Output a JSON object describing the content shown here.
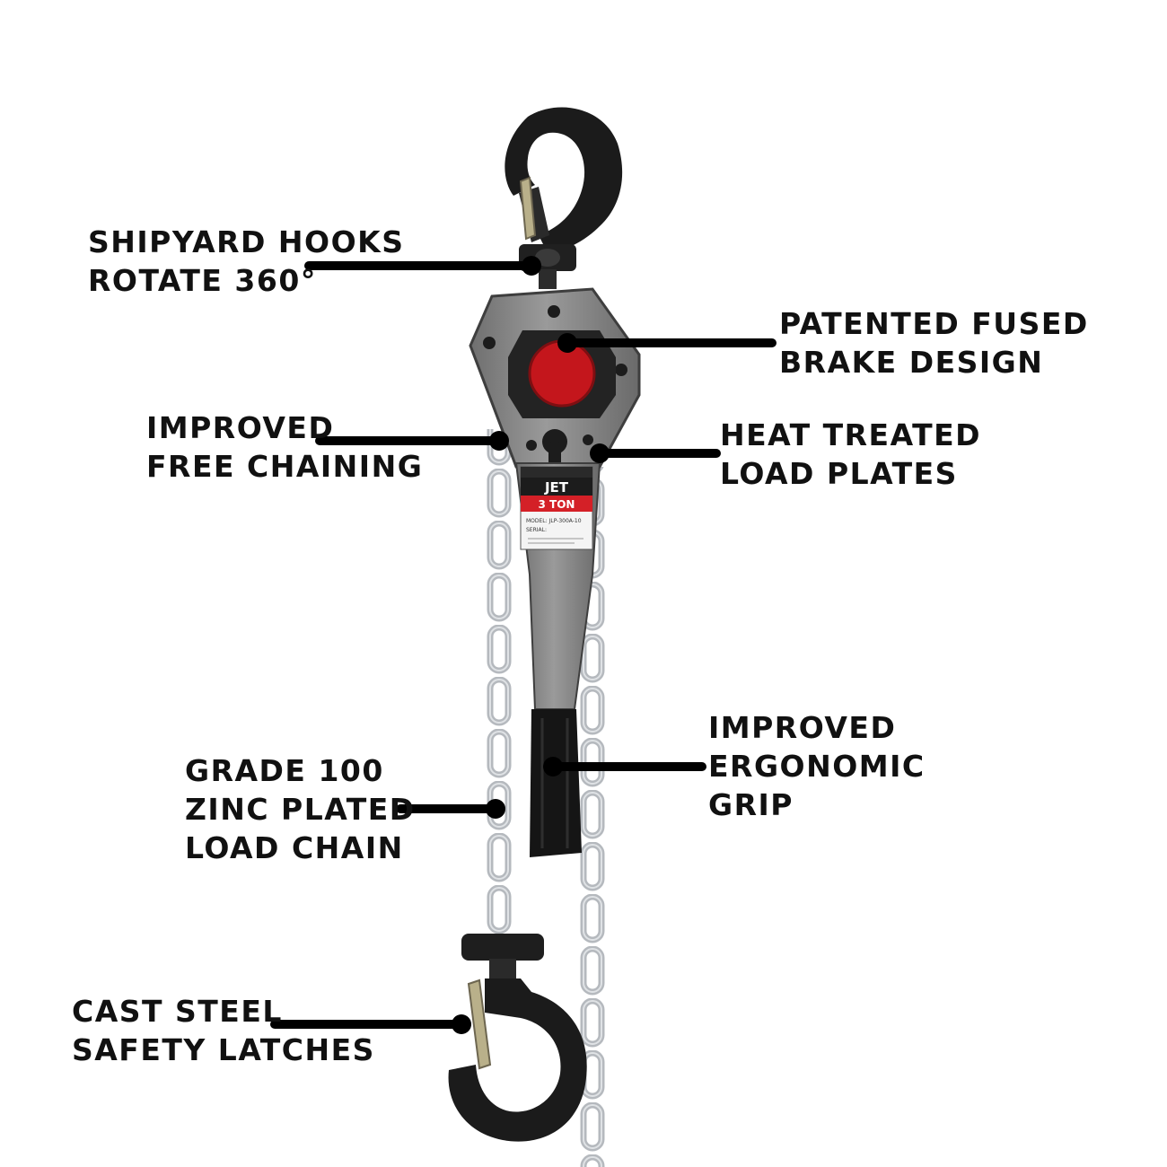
{
  "product": {
    "brand": "JET",
    "capacity": "3 TON",
    "model_line": "MODEL: JLP-300A-10",
    "serial_line": "SERIAL:",
    "colors": {
      "hook": "#1b1b1b",
      "body": "#8a8a8a",
      "brake_cap": "#c4161c",
      "chain": "#b5b9be",
      "grip": "#151515",
      "callout_line": "#000000"
    }
  },
  "callouts": [
    {
      "id": "shipyard-hooks",
      "lines": [
        "SHIPYARD HOOKS",
        "ROTATE 360°"
      ]
    },
    {
      "id": "fused-brake",
      "lines": [
        "PATENTED FUSED",
        "BRAKE DESIGN"
      ]
    },
    {
      "id": "free-chaining",
      "lines": [
        "IMPROVED",
        "FREE CHAINING"
      ]
    },
    {
      "id": "load-plates",
      "lines": [
        "HEAT TREATED",
        "LOAD PLATES"
      ]
    },
    {
      "id": "ergonomic-grip",
      "lines": [
        "IMPROVED",
        "ERGONOMIC",
        "GRIP"
      ]
    },
    {
      "id": "load-chain",
      "lines": [
        "GRADE 100",
        "ZINC PLATED",
        "LOAD CHAIN"
      ]
    },
    {
      "id": "safety-latches",
      "lines": [
        "CAST STEEL",
        "SAFETY LATCHES"
      ]
    }
  ]
}
